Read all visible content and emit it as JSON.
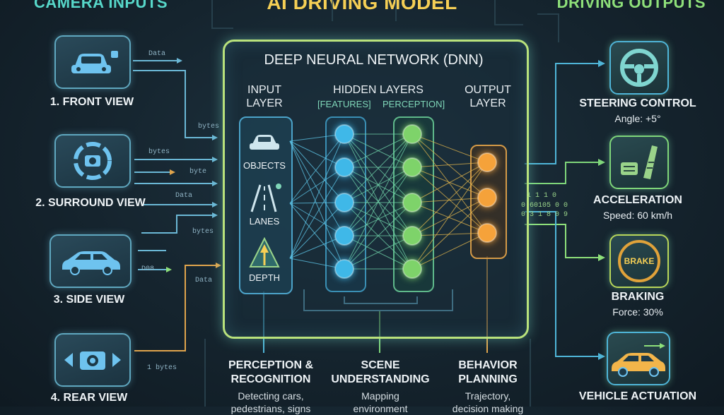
{
  "headers": {
    "left": "CAMERA INPUTS",
    "center": "AI DRIVING MODEL",
    "right": "DRIVING OUTPUTS"
  },
  "camera_inputs": [
    {
      "label": "1. FRONT VIEW",
      "icon": "front-car-camera-icon"
    },
    {
      "label": "2. SURROUND VIEW",
      "icon": "surround-camera-icon"
    },
    {
      "label": "3. SIDE VIEW",
      "icon": "side-car-icon"
    },
    {
      "label": "4. REAR VIEW",
      "icon": "rear-camera-icon"
    }
  ],
  "flow_labels": [
    "Data",
    "bytes",
    "bytes",
    "byte",
    "Data",
    "bytes",
    "D08",
    "Data",
    "1 bytes"
  ],
  "dnn": {
    "title": "DEEP NEURAL NETWORK (DNN)",
    "input_layer": "INPUT\nLAYER",
    "input_line1": "INPUT",
    "input_line2": "LAYER",
    "hidden_layers": "HIDDEN LAYERS",
    "features": "[FEATURES]",
    "perception": "PERCEPTION]",
    "output_line1": "OUTPUT",
    "output_line2": "LAYER",
    "inputs": [
      {
        "label": "OBJECTS",
        "icon": "car-icon"
      },
      {
        "label": "LANES",
        "icon": "lanes-icon"
      },
      {
        "label": "DEPTH",
        "icon": "depth-icon"
      }
    ]
  },
  "binary_text": [
    "1 1 1 0",
    "0 60105 0 0",
    "0 3 1 8   0 9"
  ],
  "outputs": [
    {
      "title": "STEERING CONTROL",
      "value": "Angle: +5°",
      "icon": "steering-wheel-icon"
    },
    {
      "title": "ACCELERATION",
      "value": "Speed: 60 km/h",
      "icon": "pedals-icon"
    },
    {
      "title": "BRAKING",
      "value": "Force: 30%",
      "icon": "brake-icon",
      "badge": "BRAKE"
    },
    {
      "title": "VEHICLE ACTUATION",
      "value": "",
      "icon": "vehicle-actuation-icon"
    }
  ],
  "stages": [
    {
      "title1": "PERCEPTION &",
      "title2": "RECOGNITION",
      "desc1": "Detecting cars,",
      "desc2": "pedestrians, signs"
    },
    {
      "title1": "SCENE",
      "title2": "UNDERSTANDING",
      "desc1": "Mapping",
      "desc2": "environment"
    },
    {
      "title1": "BEHAVIOR",
      "title2": "PLANNING",
      "desc1": "Trajectory,",
      "desc2": "decision making"
    }
  ],
  "colors": {
    "teal": "#57d7c9",
    "gold": "#f5cf55",
    "green": "#8ee07a",
    "blue_node": "#3fb8e8",
    "green_node": "#7ed36a",
    "orange_node": "#f5a23a"
  }
}
